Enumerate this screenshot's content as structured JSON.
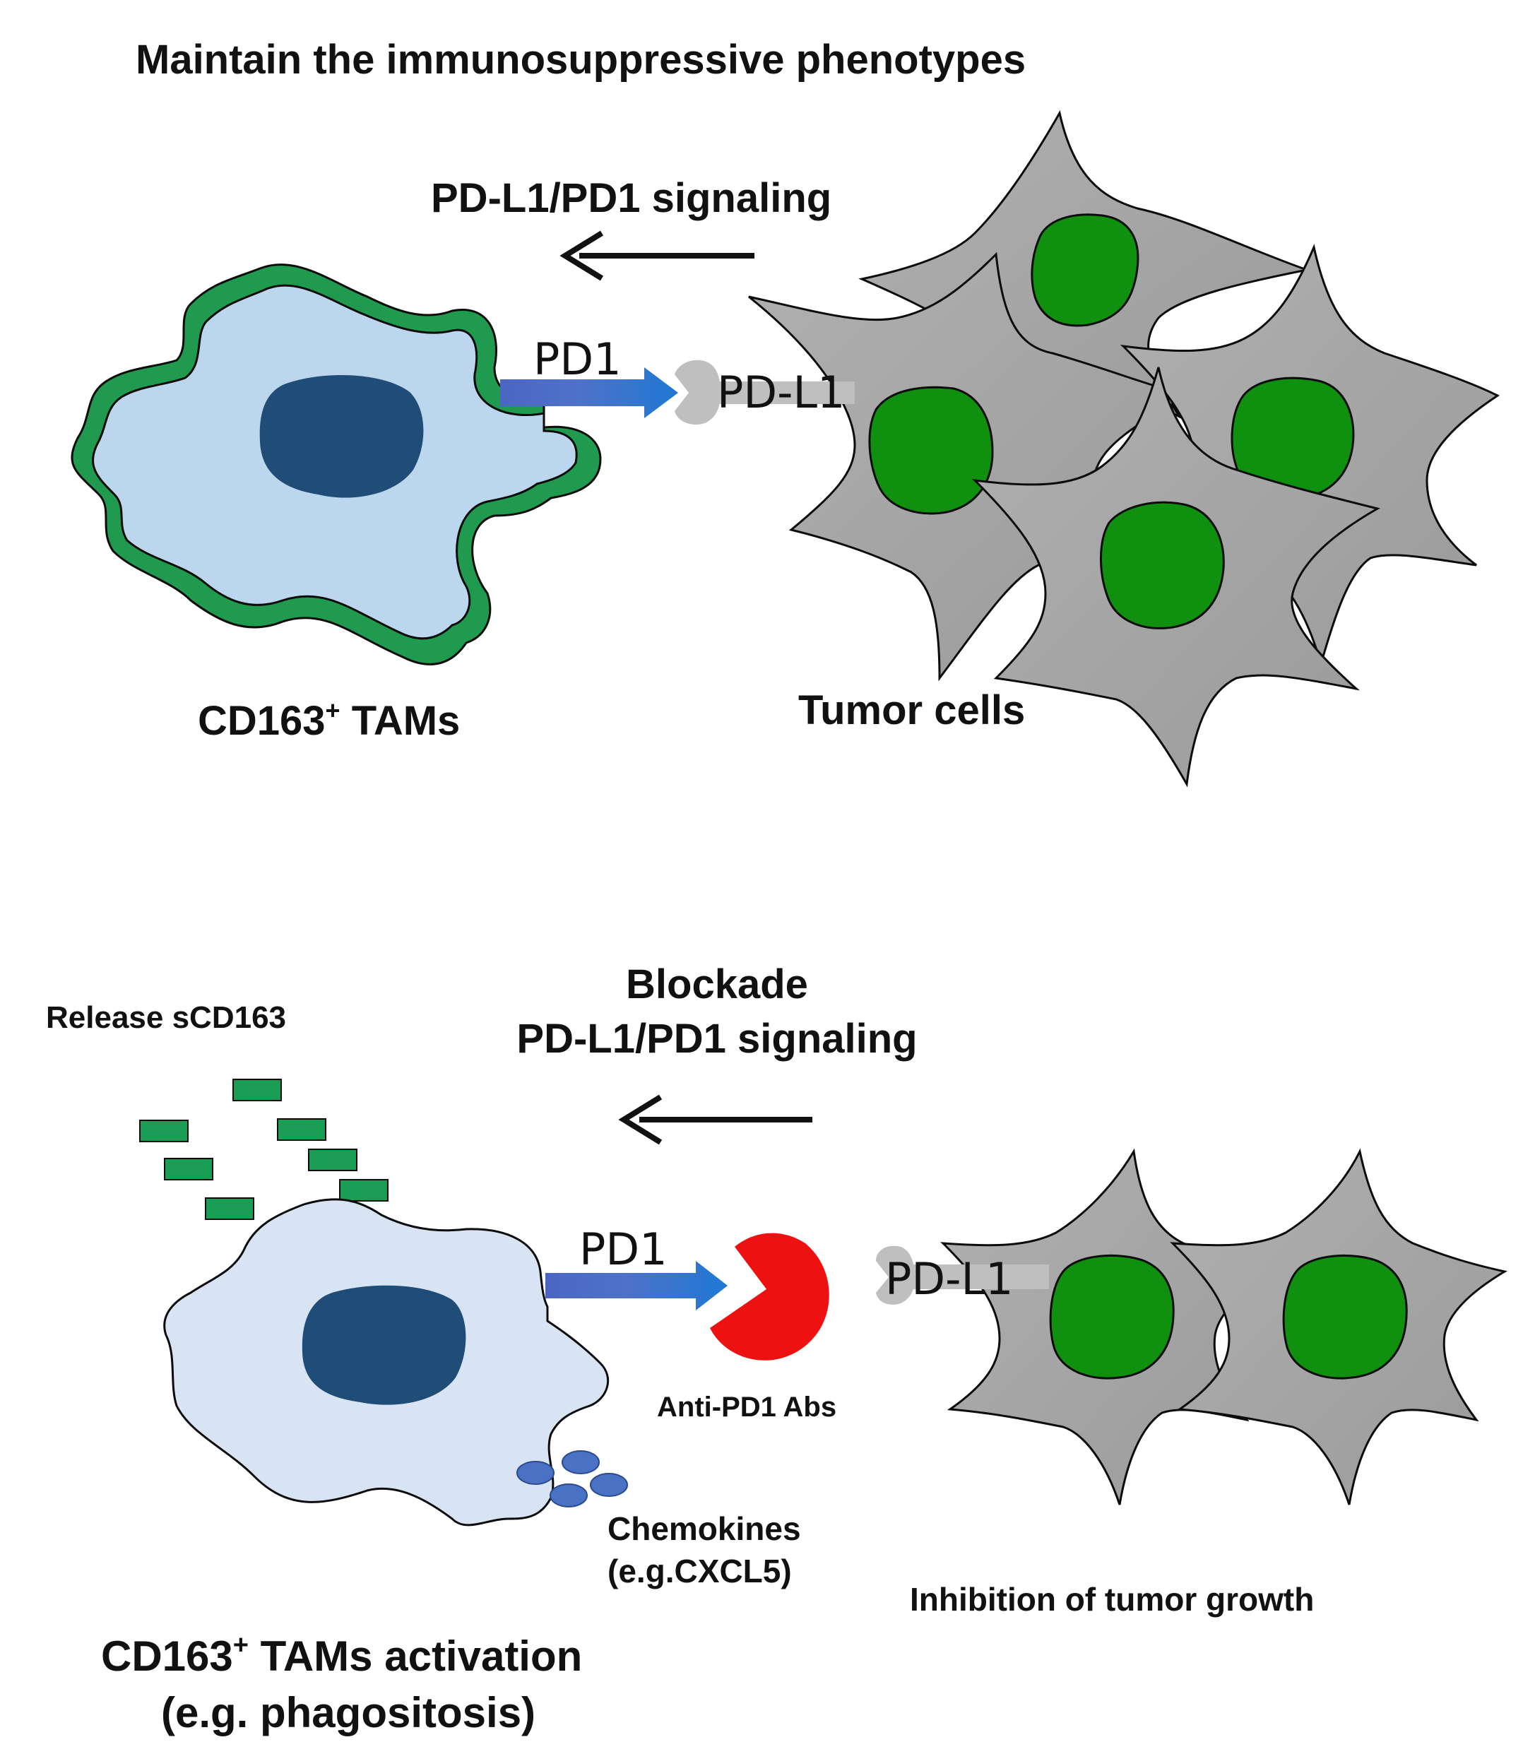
{
  "top_panel": {
    "title": "Maintain the immunosuppressive phenotypes",
    "signal_label": "PD-L1/PD1 signaling",
    "receptor_label": "PD1",
    "ligand_label": "PD-L1",
    "tam_label_main": "CD163",
    "tam_label_sup": "+",
    "tam_label_rest": " TAMs",
    "tumor_label": "Tumor cells"
  },
  "bottom_panel": {
    "blockade_line1": "Blockade",
    "blockade_line2": "PD-L1/PD1 signaling",
    "release_label": "Release sCD163",
    "receptor_label": "PD1",
    "ligand_label": "PD-L1",
    "antibody_label": "Anti-PD1 Abs",
    "chemokines_line1": "Chemokines",
    "chemokines_line2": "(e.g.CXCL5)",
    "inhibition_label": "Inhibition of tumor growth",
    "activation_main": "CD163",
    "activation_sup": "+",
    "activation_rest": " TAMs activation",
    "activation_line2": "(e.g. phagositosis)"
  },
  "colors": {
    "tam_membrane": "#1f9a4e",
    "tam_cytoplasm": "#bcd6ee",
    "tam_cytoplasm_activated": "#d8e4f4",
    "tam_nucleus": "#1f4d78",
    "tumor_body": "#a6a6a6",
    "tumor_nucleus": "#10900f",
    "pd1_receptor": "#4472c4",
    "pdl1_ligand": "#bfbfbf",
    "antibody": "#ee1111",
    "scd163": "#1a9e55",
    "chemokine": "#4a72c4"
  }
}
